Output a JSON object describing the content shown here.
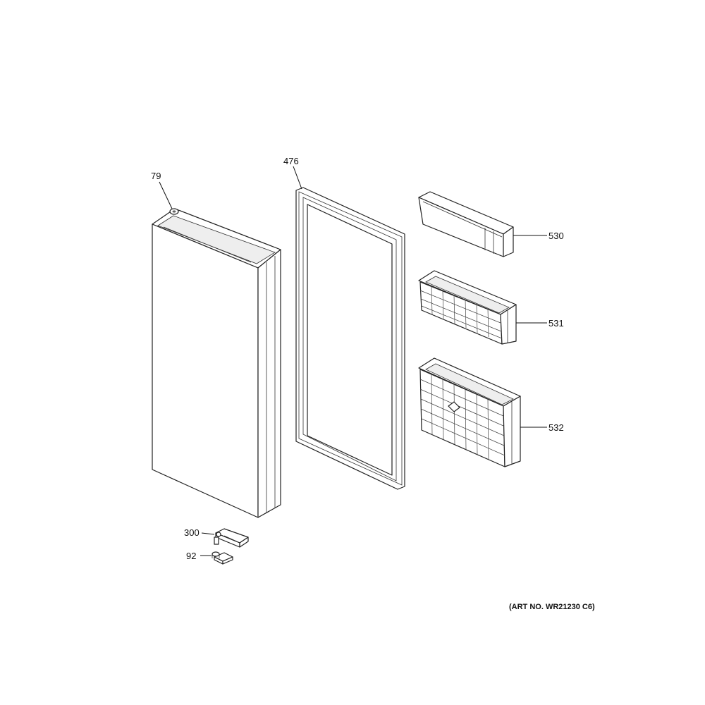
{
  "diagram": {
    "callouts": {
      "door": "79",
      "gasket": "476",
      "bin_small": "530",
      "bin_medium": "531",
      "bin_large": "532",
      "hinge": "300",
      "hinge_pin": "92"
    },
    "art_number": "(ART NO. WR21230 C6)"
  }
}
